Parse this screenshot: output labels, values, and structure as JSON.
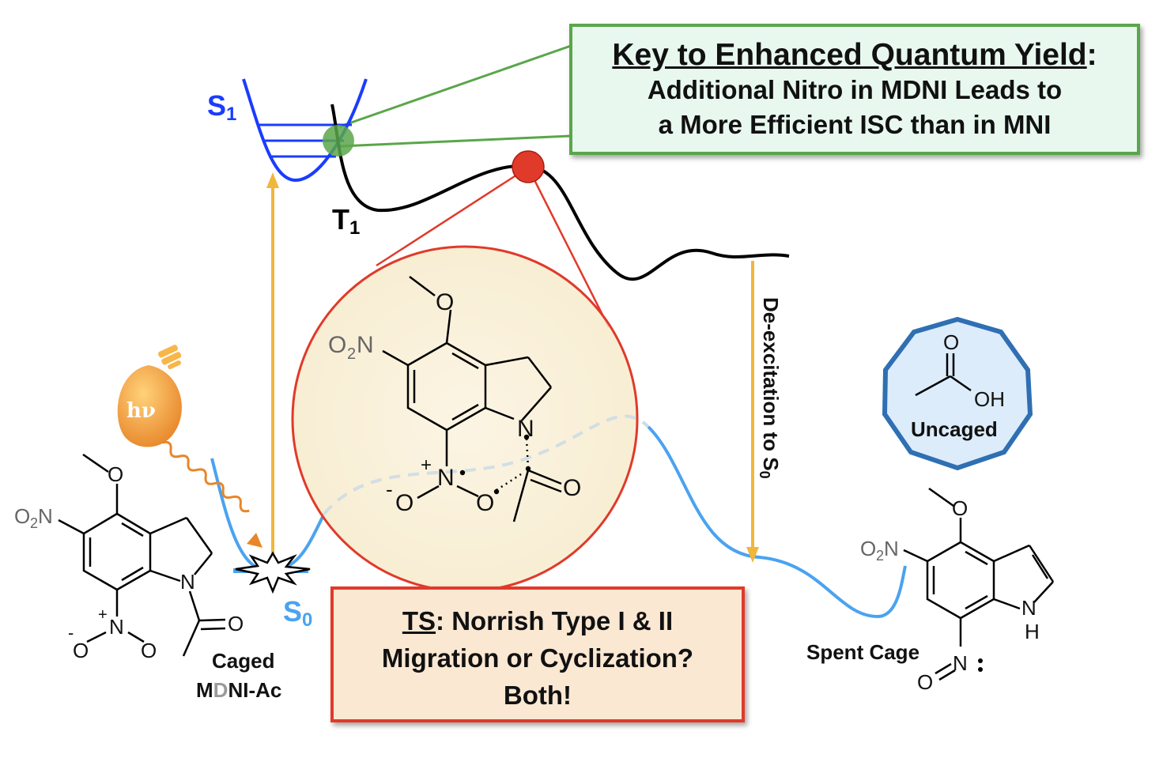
{
  "states": {
    "s1": {
      "main": "S",
      "sub": "1"
    },
    "t1": {
      "main": "T",
      "sub": "1"
    },
    "s0": {
      "main": "S",
      "sub": "0"
    }
  },
  "key_box": {
    "title_underlined": "Key to Enhanced Quantum Yield",
    "title_colon": ":",
    "line1": "Additional Nitro in MDNI Leads to",
    "line2": "a More Efficient ISC than in MNI"
  },
  "ts_box": {
    "label": "TS",
    "line1_rest": ": Norrish Type I & II",
    "line2": "Migration or Cyclization?",
    "line3": "Both!"
  },
  "deexcitation_label": "De-excitation to S",
  "deexcitation_sub": "0",
  "light_label": "hν",
  "caged_label": {
    "line1": "Caged",
    "line2_a": "M",
    "line2_b": "D",
    "line2_c": "NI-Ac"
  },
  "spent_label": "Spent Cage",
  "uncaged_label": "Uncaged",
  "atoms": {
    "O": "O",
    "N": "N",
    "NH": "N",
    "H": "H",
    "OH": "OH",
    "O2N_main": "O",
    "O2N_sub": "2",
    "plus": "+",
    "minus": "-"
  },
  "colors": {
    "s1_curve": "#1a3cff",
    "s0_curve": "#4aa3f0",
    "t1_curve": "#000000",
    "arrow": "#f0b73c",
    "green_accent": "#5aa64a",
    "red_accent": "#e03a2a",
    "bulb": "#f2a23a"
  }
}
